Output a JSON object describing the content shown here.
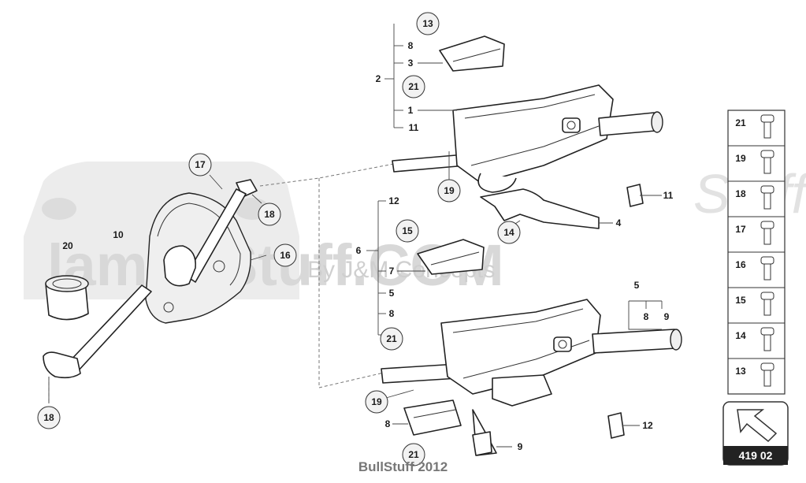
{
  "watermark": {
    "brand": "lamboStuff.COM",
    "tagline": "By J&M Concepts",
    "script": "Stuff"
  },
  "labels": {
    "l13a": "13",
    "l8a": "8",
    "l3": "3",
    "l2": "2",
    "l21a": "21",
    "l1": "1",
    "l11a": "11",
    "l17": "17",
    "l18a": "18",
    "l10": "10",
    "l20": "20",
    "l19a": "19",
    "l11b": "11",
    "l4": "4",
    "l14": "14",
    "l12a": "12",
    "l15": "15",
    "l16": "16",
    "l6": "6",
    "l7": "7",
    "l5a": "5",
    "l8b": "8",
    "l21b": "21",
    "l5b": "5",
    "l8c": "8",
    "l9a": "9",
    "l19b": "19",
    "l8d": "8",
    "l12b": "12",
    "l9b": "9",
    "l21c": "21",
    "l18b": "18"
  },
  "legend": [
    "21",
    "19",
    "18",
    "17",
    "16",
    "15",
    "14",
    "13"
  ],
  "page_ref": "419 02",
  "credit": "BullStuff 2012"
}
